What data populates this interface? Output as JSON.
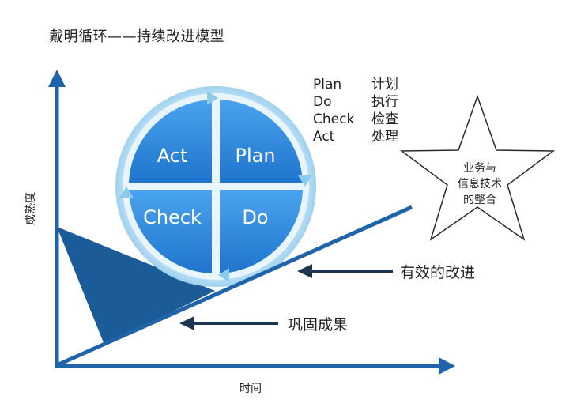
{
  "title": "戴明循环——持续改进模型",
  "pdca": {
    "act": "Act",
    "plan": "Plan",
    "check": "Check",
    "do": "Do"
  },
  "legend": [
    {
      "en": "Plan",
      "zh": "计划"
    },
    {
      "en": "Do",
      "zh": "执行"
    },
    {
      "en": "Check",
      "zh": "检查"
    },
    {
      "en": "Act",
      "zh": "处理"
    }
  ],
  "star": {
    "line1": "业务与",
    "line2": "信息技术",
    "line3": "的整合"
  },
  "labels": {
    "effective_improvement": "有效的改进",
    "consolidate_results": "巩固成果"
  },
  "axes": {
    "y": "成熟度",
    "x": "时间"
  },
  "colors": {
    "axis": "#1f63a8",
    "wedge": "#1b5c98",
    "quadrant": "#2a86dd",
    "ring": "#bfe3f6",
    "arrow_dark": "#1c3550"
  }
}
